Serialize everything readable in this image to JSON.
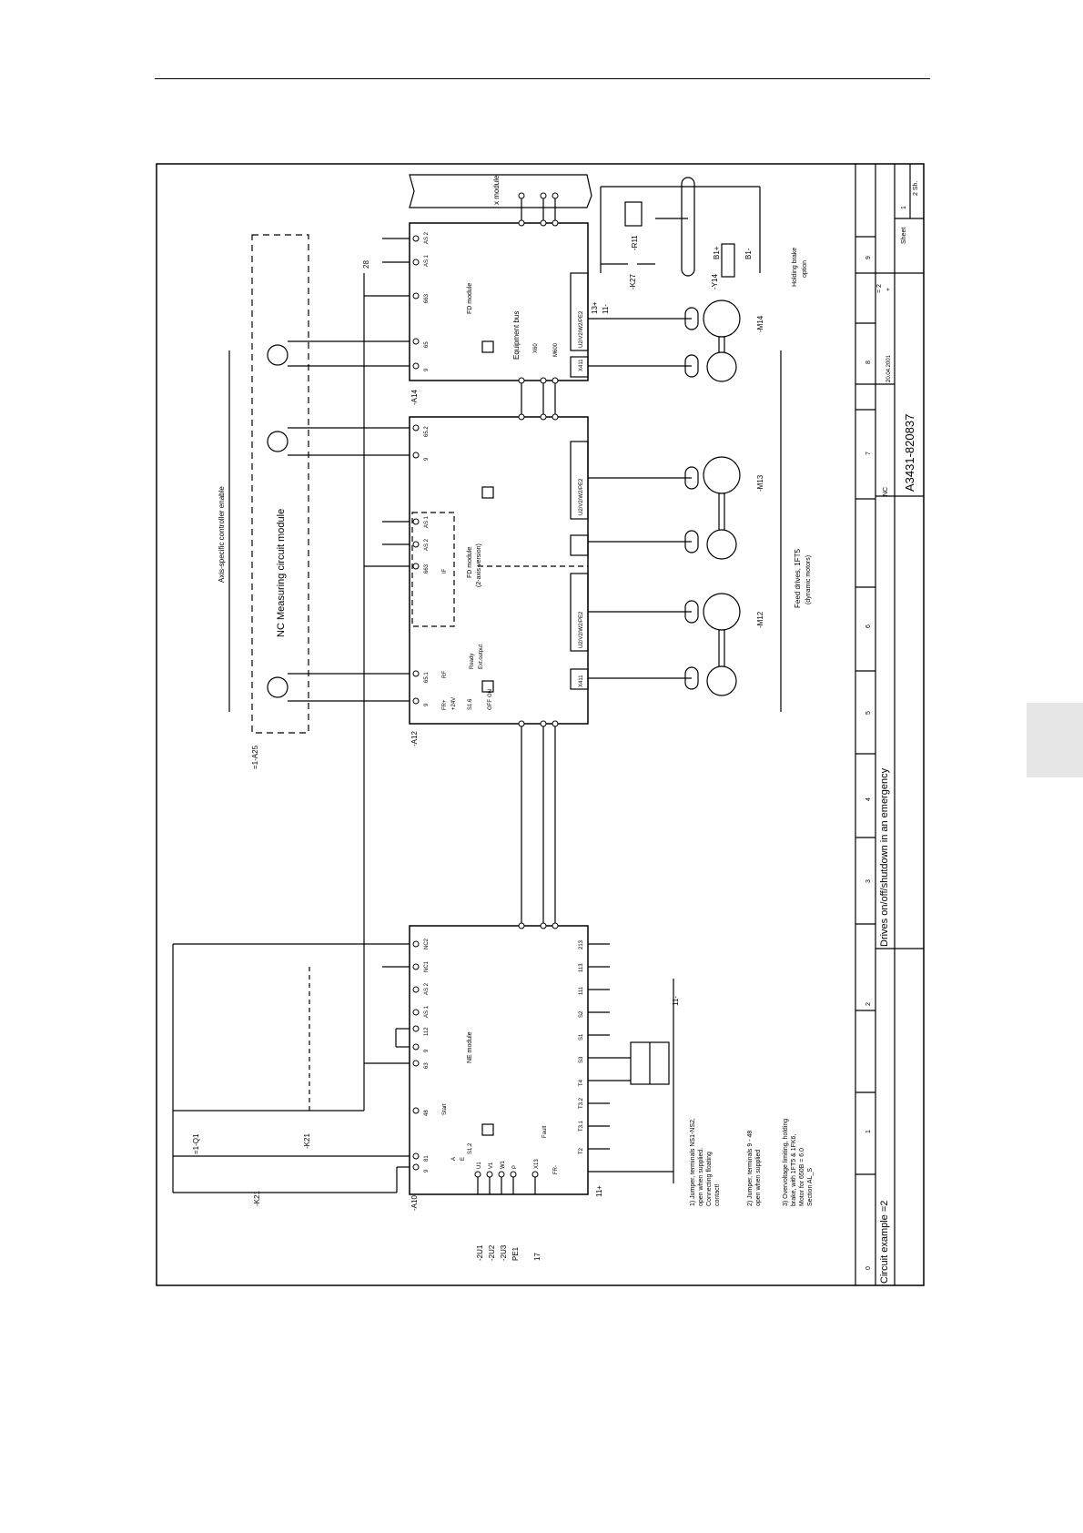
{
  "drawing": {
    "left_text": "NC Measuring circuit module",
    "axis_enable_text": "Axis-specific controller enable",
    "feed_drives_text": "Feed drives, 1FT5",
    "feed_drives_sub": "(dynamic motors)",
    "holding_brake_text": "Holding brake",
    "holding_brake_sub": "option",
    "fd_module_text": "FD module",
    "fd_module2_text": "FD module",
    "fd_module2_sub": "(2-axis version)",
    "ne_module_text": "NE module",
    "drawing_number": "A3431-820837",
    "title": "Drives on/off/shutdown in an emergency",
    "circuit_example": "Circuit example =2",
    "date": "20.04.2001",
    "sheet_label": "Sheet",
    "sheet_no": "1",
    "sheets_total": "2 Sh.",
    "nc_text": "NC",
    "plus_label": "+",
    "minus_label": "= 2"
  },
  "labels": {
    "a10": "-A10",
    "a12": "-A12",
    "a14": "-A14",
    "a25": "=1-A25",
    "m12": "-M12",
    "m13": "-M13",
    "m14": "-M14",
    "k27": "-K27",
    "r11": "-R11",
    "q1": "=1-Q1",
    "k21": "-K21",
    "k21b": "-K21",
    "y14": "-Y14",
    "b1p": "B1+",
    "b1m": "B1-",
    "term_13p": "13+",
    "term_11m": "11-",
    "term_11m_b": "11-",
    "term_11p": "11+",
    "w1": "-2U1",
    "w2": "-2U2",
    "w3": "-2U3",
    "pe": "PE1",
    "seventeen": "17",
    "enable": "28",
    "x_module": "x module"
  },
  "terminals": {
    "a10_bottom": [
      "9",
      "81",
      "48",
      "63",
      "9",
      "112",
      "AS 1",
      "AS 2",
      "NC1",
      "NC2"
    ],
    "a10_power": [
      "U1",
      "V1",
      "W1",
      "P",
      "X13"
    ],
    "a10_top": [
      "T2",
      "T3.1",
      "T3.2",
      "T4",
      "S3",
      "S1",
      "S2",
      "111",
      "113",
      "213"
    ],
    "a12": [
      "9",
      "65.1",
      "663",
      "AS 1",
      "AS 2",
      "9",
      "65.2"
    ],
    "a14": [
      "9",
      "65",
      "663",
      "AS 1",
      "AS 2"
    ],
    "module_text": [
      "FR+",
      "RF",
      "+24V",
      "S1.6",
      "OFF",
      "ON",
      "Ready",
      "Ext.output",
      "IF",
      "Start",
      "A",
      "E",
      "S1.2",
      "FR-",
      "X411",
      "X411",
      "U2/V2/W2/PE2",
      "U2/V2/W2/PE2",
      "U2/V2/W2/PE2",
      "Equipment bus",
      "X60",
      "Fault",
      "M600"
    ]
  },
  "notes": {
    "n1": [
      "1) Jumper, terminals NS1-NS2,",
      "open when supplied.",
      "Connecting floating",
      "contact!"
    ],
    "n2": [
      "2) Jumper, terminals 9 - 48",
      "open when supplied"
    ],
    "n3": [
      "3) Overvoltage limiting, holding",
      "brake, with 1FT5 & 1FK6,",
      "Motor for 650B = 6.0",
      "Section AL_S"
    ]
  },
  "grid_numbers": [
    "0",
    "1",
    "2",
    "3",
    "4",
    "5",
    "6",
    "7",
    "8",
    "9"
  ]
}
